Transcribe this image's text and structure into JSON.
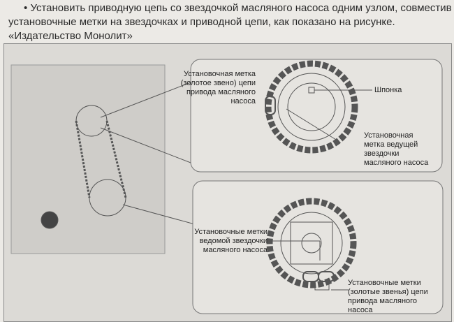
{
  "paragraph": {
    "bullet": "•",
    "text": "Установить приводную цепь со звездочкой масляного насоса одним узлом, совместив установочные метки на звездочках и приводной цепи, как показано на рисунке. «Издательство Монолит»"
  },
  "figure": {
    "top_callout": {
      "chain_mark": "Установочная метка (золотое звено) цепи привода масляного насоса",
      "key": "Шпонка",
      "drive_sprocket_mark": "Установочная метка ведущей звездочки масляного насоса"
    },
    "bottom_callout": {
      "driven_sprocket_marks": "Установочные метки ведомой звездочки масляного насоса",
      "chain_gold_links": "Установочные метки (золотые звенья) цепи привода масляного насоса"
    }
  }
}
